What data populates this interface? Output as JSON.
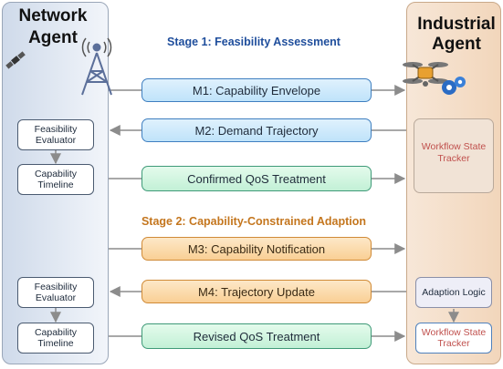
{
  "network_agent": {
    "title_line1": "Network",
    "title_line2": "Agent"
  },
  "industrial_agent": {
    "title_line1": "Industrial",
    "title_line2": "Agent"
  },
  "stage1": {
    "title": "Stage 1: Feasibility Assessment"
  },
  "stage2": {
    "title": "Stage 2: Capability-Constrained Adaption"
  },
  "messages": {
    "m1": "M1: Capability Envelope",
    "m2": "M2: Demand Trajectory",
    "confirmed": "Confirmed QoS Treatment",
    "m3": "M3: Capability Notification",
    "m4": "M4: Trajectory Update",
    "revised": "Revised QoS Treatment"
  },
  "network_boxes": {
    "feasibility_evaluator": "Feasibility Evaluator",
    "capability_timeline": "Capability Timeline"
  },
  "industrial_boxes": {
    "workflow_state_tracker": "Workflow State Tracker",
    "adaption_logic": "Adaption Logic"
  },
  "icons": {
    "satellite": "satellite-icon",
    "tower": "cell-tower-icon",
    "drone": "drone-icon",
    "gears": "gears-icon"
  },
  "colors": {
    "stage1": "#1f4e9c",
    "stage2": "#c4761e",
    "tracker_text": "#c0504d"
  }
}
